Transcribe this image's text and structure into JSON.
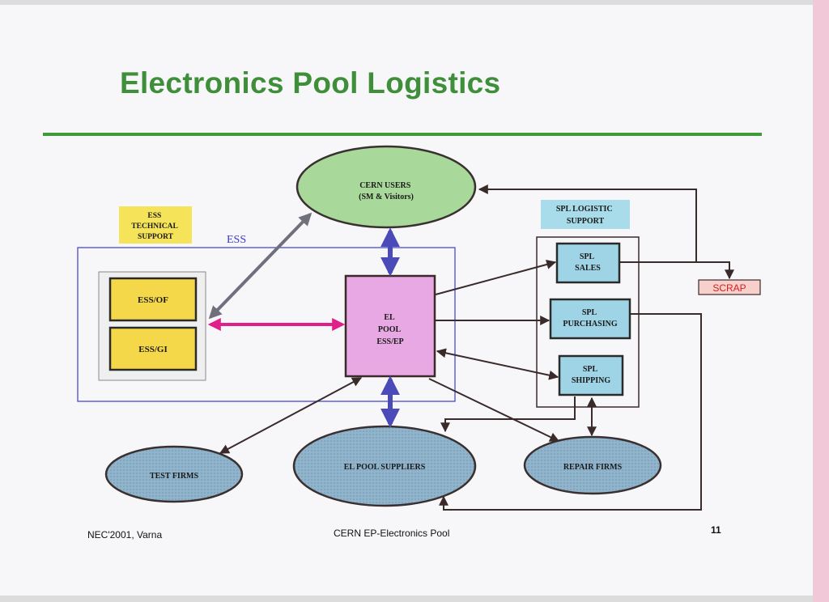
{
  "slide": {
    "title": "Electronics Pool Logistics",
    "footer_left": "NEC'2001, Varna",
    "footer_center": "CERN EP-Electronics Pool",
    "page_number": "11"
  },
  "diagram": {
    "ess_technical_support": [
      "ESS",
      "TECHNICAL",
      "SUPPORT"
    ],
    "ess_group_label": "ESS",
    "ess_of": "ESS/OF",
    "ess_gi": "ESS/GI",
    "cern_users": [
      "CERN  USERS",
      "(SM & Visitors)"
    ],
    "el_pool": [
      "EL",
      "POOL",
      "ESS/EP"
    ],
    "spl_logistic_support": [
      "SPL LOGISTIC",
      "SUPPORT"
    ],
    "spl_sales": [
      "SPL",
      "SALES"
    ],
    "spl_purchasing": [
      "SPL",
      "PURCHASING"
    ],
    "spl_shipping": [
      "SPL",
      "SHIPPING"
    ],
    "scrap": "SCRAP",
    "test_firms": "TEST  FIRMS",
    "el_pool_suppliers": "EL POOL  SUPPLIERS",
    "repair_firms": "REPAIR  FIRMS"
  }
}
